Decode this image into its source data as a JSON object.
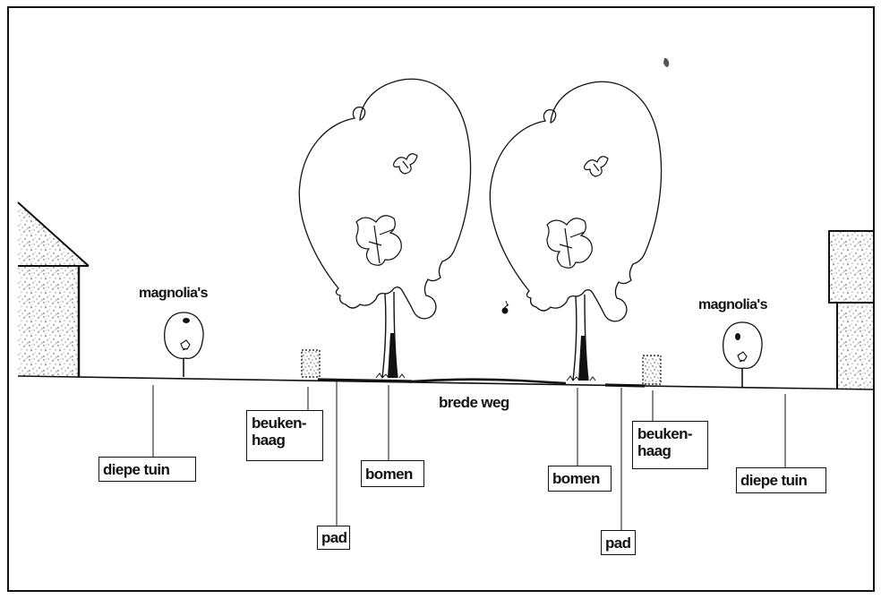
{
  "left_side": {
    "magnolia_label": "magnolia's",
    "garden_label": "diepe tuin",
    "hedge_label": "beuken-\nhaag",
    "path_label": "pad",
    "trees_label": "bomen"
  },
  "road": {
    "label": "brede weg"
  },
  "right_side": {
    "magnolia_label": "magnolia's",
    "garden_label": "diepe tuin",
    "hedge_label": "beuken-\nhaag",
    "path_label": "pad",
    "trees_label": "bomen"
  },
  "colors": {
    "ink": "#111111",
    "paper": "#ffffff"
  }
}
